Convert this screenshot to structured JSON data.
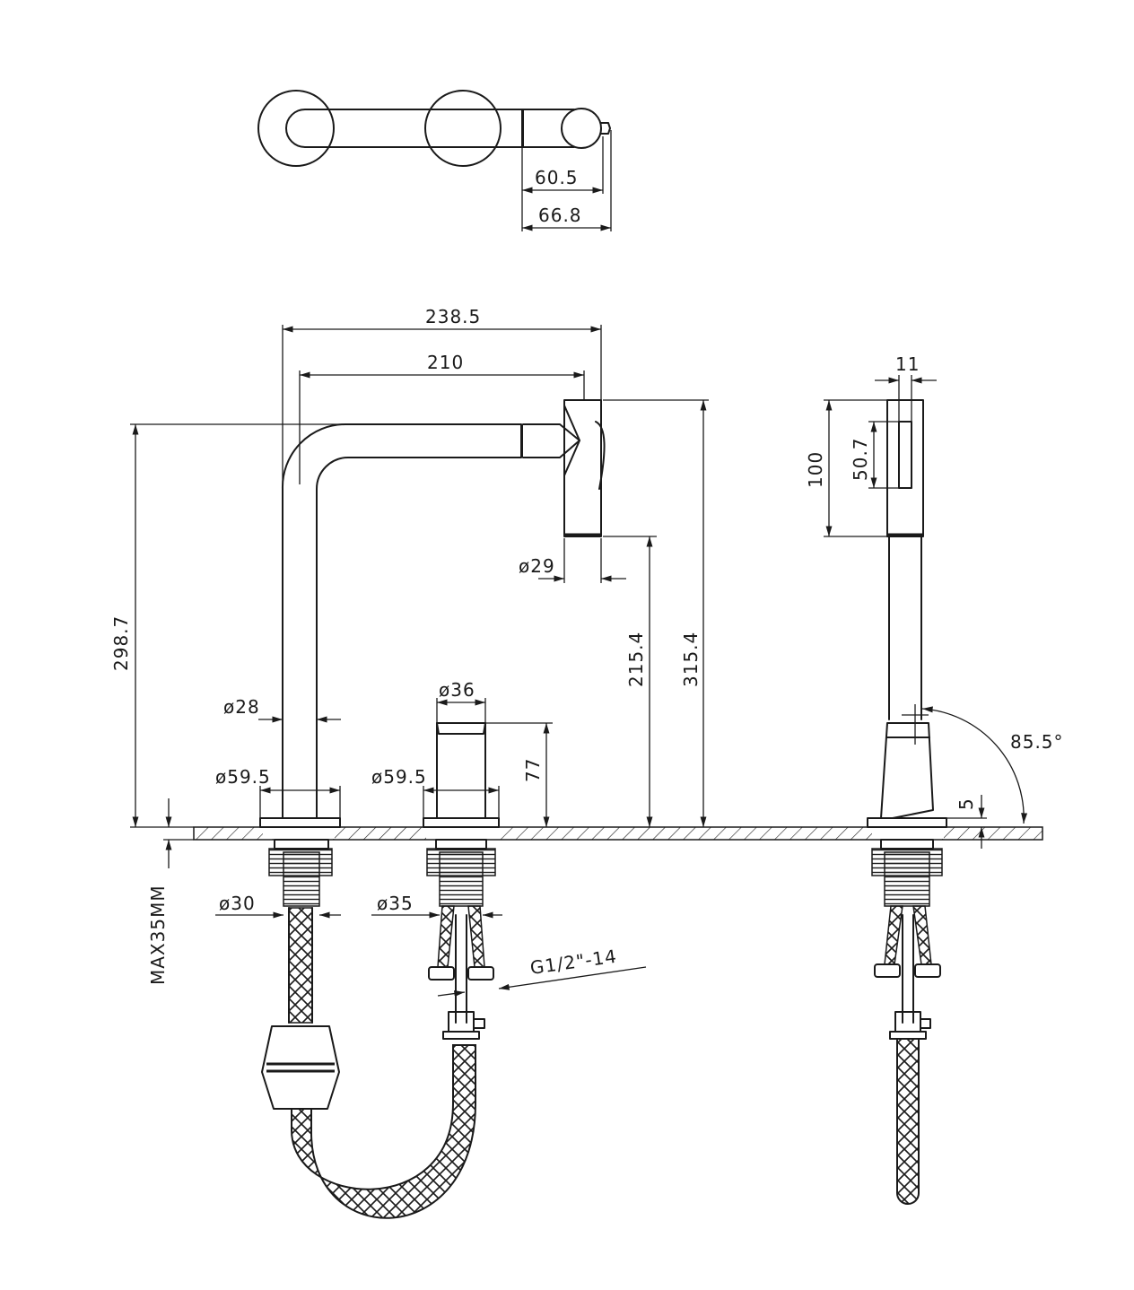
{
  "colors": {
    "line": "#1a1a1a",
    "background": "#ffffff"
  },
  "dimensions": {
    "top_view": {
      "d1": "60.5",
      "d2": "66.8"
    },
    "faucet": {
      "overall_reach": "238.5",
      "spout_reach": "210",
      "overall_height": "298.7",
      "outlet_height": "215.4",
      "head_top_height": "315.4",
      "head_diameter": "ø29",
      "body_diameter": "ø28",
      "base_diameter": "ø59.5",
      "shank_diameter": "ø30",
      "max_deck": "MAX35MM"
    },
    "handle": {
      "diameter": "ø36",
      "height": "77",
      "base_diameter": "ø59.5",
      "shank_diameter": "ø35",
      "thread": "G1/2\"-14"
    },
    "side_view": {
      "width": "11",
      "head_length": "100",
      "button_length": "50.7",
      "angle": "85.5°",
      "gap": "5"
    }
  }
}
